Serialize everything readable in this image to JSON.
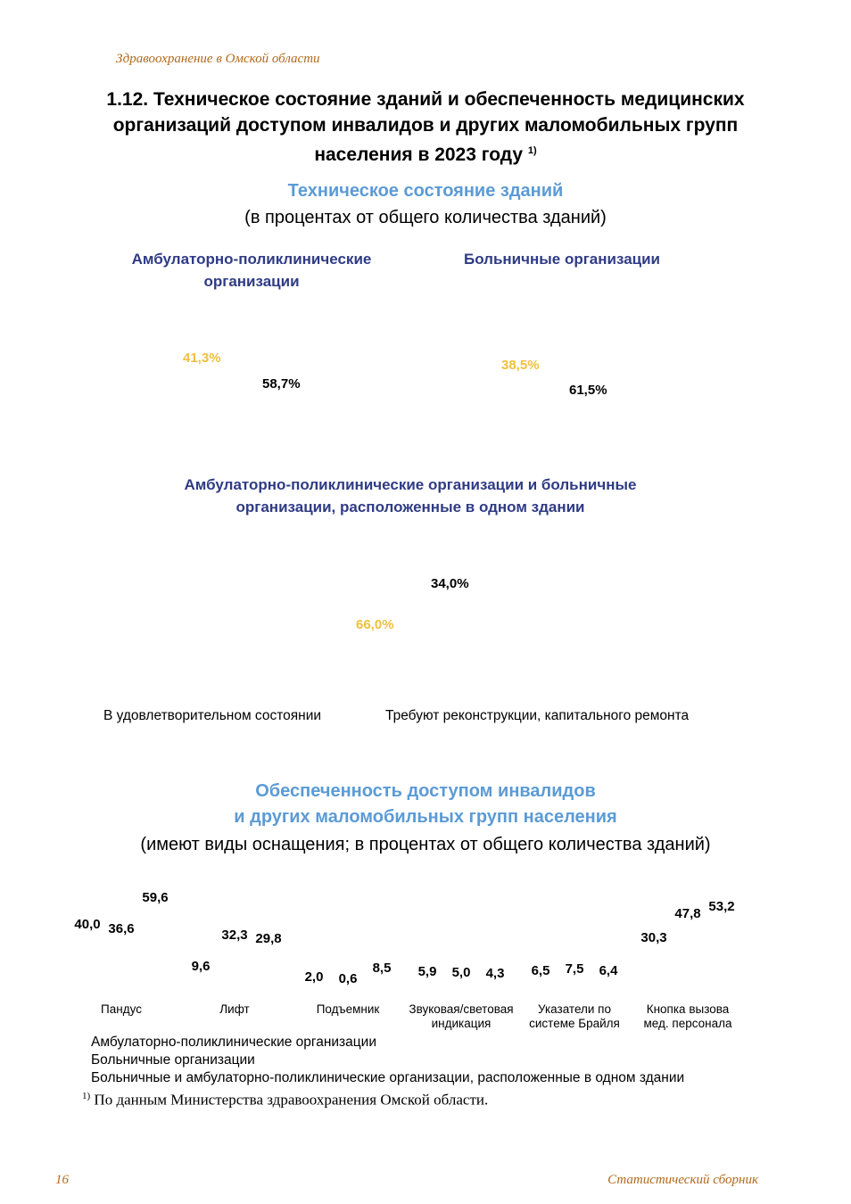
{
  "header": {
    "running_title": "Здравоохранение в Омской области"
  },
  "title": {
    "line1": "1.12. Техническое состояние зданий и обеспеченность медицинских",
    "line2": "организаций доступом инвалидов и других маломобильных групп",
    "line3": "населения в 2023 году",
    "footnote_mark": "1)"
  },
  "section1": {
    "title": "Техническое состояние зданий",
    "subtitle": "(в процентах от общего количества зданий)"
  },
  "section2": {
    "title_line1": "Обеспеченность доступом инвалидов",
    "title_line2": "и других маломобильных групп населения",
    "subtitle": "(имеют виды оснащения; в процентах от общего количества зданий)"
  },
  "pie_legend": {
    "satisfactory": "В удовлетворительном состоянии",
    "repair": "Требуют реконструкции, капитального ремонта"
  },
  "chart_data": [
    {
      "type": "pie",
      "title": "Амбулаторно-поликлинические организации",
      "title_line1": "Амбулаторно-поликлинические",
      "title_line2": "организации",
      "categories": [
        "В удовлетворительном состоянии",
        "Требуют реконструкции, капитального ремонта"
      ],
      "values": [
        58.7,
        41.3
      ],
      "labels": [
        "58,7%",
        "41,3%"
      ]
    },
    {
      "type": "pie",
      "title": "Больничные организации",
      "categories": [
        "В удовлетворительном состоянии",
        "Требуют реконструкции, капитального ремонта"
      ],
      "values": [
        61.5,
        38.5
      ],
      "labels": [
        "61,5%",
        "38,5%"
      ]
    },
    {
      "type": "pie",
      "title": "Амбулаторно-поликлинические организации и больничные организации, расположенные в одном здании",
      "title_line1": "Амбулаторно-поликлинические организации и больничные",
      "title_line2": "организации, расположенные в одном здании",
      "categories": [
        "В удовлетворительном состоянии",
        "Требуют реконструкции, капитального ремонта"
      ],
      "values": [
        34.0,
        66.0
      ],
      "labels": [
        "34,0%",
        "66,0%"
      ]
    },
    {
      "type": "bar",
      "categories": [
        "Пандус",
        "Лифт",
        "Подъемник",
        "Звуковая/световая индикация",
        "Указатели по системе Брайля",
        "Кнопка вызова мед. персонала"
      ],
      "category_lines": [
        [
          "Пандус"
        ],
        [
          "Лифт"
        ],
        [
          "Подъемник"
        ],
        [
          "Звуковая/световая",
          "индикация"
        ],
        [
          "Указатели по",
          "системе Брайля"
        ],
        [
          "Кнопка вызова",
          "мед. персонала"
        ]
      ],
      "series": [
        {
          "name": "Амбулаторно-поликлинические организации",
          "values": [
            40.0,
            9.6,
            2.0,
            5.9,
            6.5,
            30.3
          ],
          "labels": [
            "40,0",
            "9,6",
            "2,0",
            "5,9",
            "6,5",
            "30,3"
          ]
        },
        {
          "name": "Больничные организации",
          "values": [
            36.6,
            32.3,
            0.6,
            5.0,
            7.5,
            47.8
          ],
          "labels": [
            "36,6",
            "32,3",
            "0,6",
            "5,0",
            "7,5",
            "47,8"
          ]
        },
        {
          "name": "Больничные и амбулаторно-поликлинические организации, расположенные в одном здании",
          "values": [
            59.6,
            29.8,
            8.5,
            4.3,
            6.4,
            53.2
          ],
          "labels": [
            "59,6",
            "29,8",
            "8,5",
            "4,3",
            "6,4",
            "53,2"
          ]
        }
      ]
    }
  ],
  "footnote": {
    "mark": "1)",
    "text": "По данным Министерства здравоохранения Омской области."
  },
  "footer": {
    "page_number": "16",
    "publication": "Статистический сборник"
  }
}
